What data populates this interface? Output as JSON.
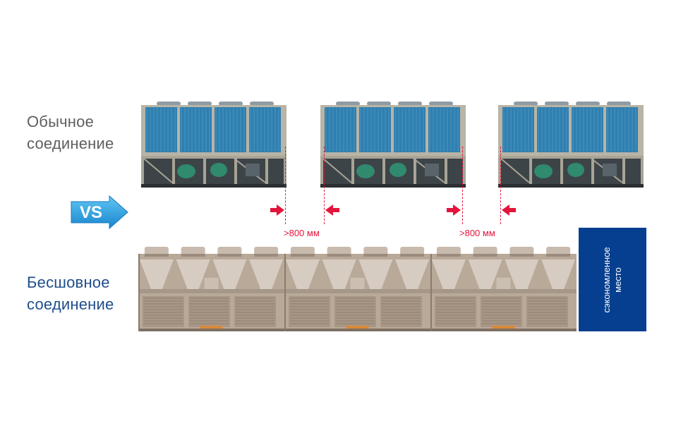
{
  "labels": {
    "conventional": "Обычное\nсоединение",
    "seamless": "Бесшовное\nсоединение"
  },
  "vs_badge": "VS",
  "clearances": [
    ">800 мм",
    ">800 мм"
  ],
  "saved_space": "сэкономленное\nместо",
  "colors": {
    "accent_red": "#e3153c",
    "brand_blue": "#1f4e8c",
    "saved_block": "#063f8f",
    "coil_blue": "#2f7fb0",
    "cabinet_tan": "#b9a999"
  },
  "icons": [
    "vs-arrow-icon",
    "arrow-right-icon",
    "arrow-left-icon"
  ]
}
